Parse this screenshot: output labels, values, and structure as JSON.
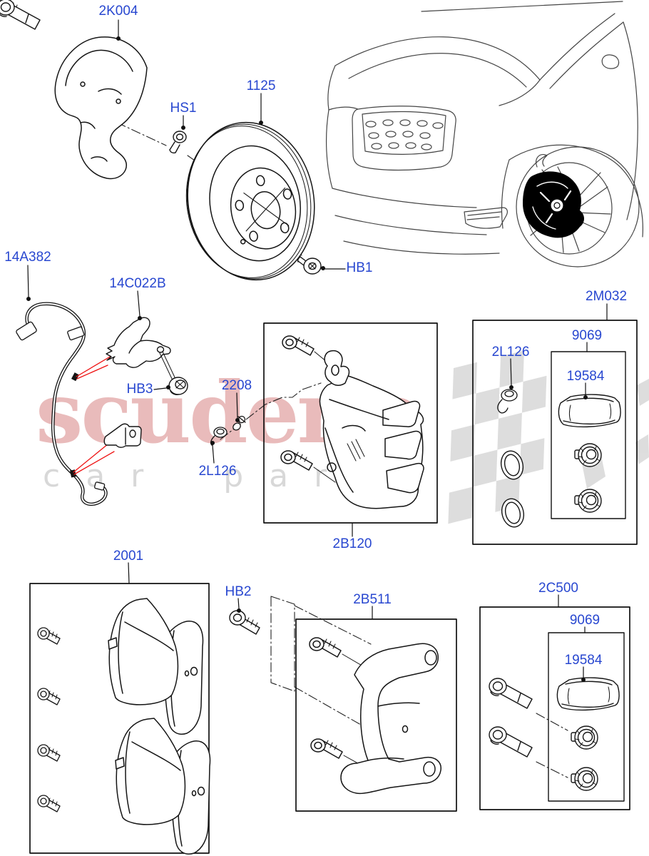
{
  "watermark": {
    "brand": "scuderia",
    "subtitle": "car parts"
  },
  "colors": {
    "label_blue": "#2847d0",
    "line_black": "#1a1a1a",
    "leader_red": "#ee1111",
    "watermark_red": "#c03a3a",
    "watermark_gray": "#d8d8d8",
    "flag_gray": "#b5b5b5",
    "highlight_black": "#000000"
  },
  "labels": {
    "shield": "2K004",
    "shield_bolt": "HS1",
    "disc": "1125",
    "disc_bolt": "HB1",
    "abs_sensor": "14A382",
    "sensor_bracket_upper": "14C022B",
    "bracket_bolt": "HB3",
    "bleed_screw": "2208",
    "bleed_cap": "2L126",
    "caliper": "2B120",
    "caliper_kit": "2M032",
    "caliper_kit_box": "9069",
    "caliper_kit_grease": "19584",
    "caliper_kit_cap": "2L126",
    "pads": "2001",
    "carrier_bolt": "HB2",
    "carrier": "2B511",
    "pin_kit": "2C500",
    "pin_kit_box": "9069",
    "pin_kit_grease": "19584"
  }
}
